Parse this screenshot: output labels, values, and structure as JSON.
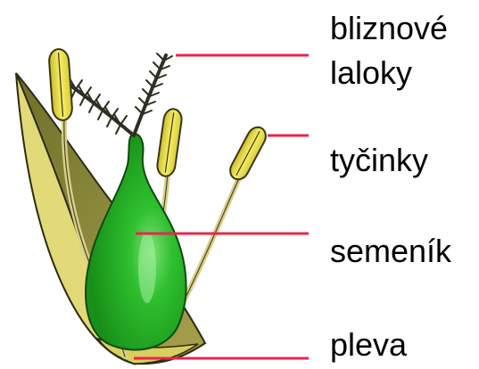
{
  "labels": {
    "stigma_line1": "bliznové",
    "stigma_line2": "laloky",
    "stamens": "tyčinky",
    "ovary": "semeník",
    "lemma": "pleva"
  },
  "colors": {
    "leader_line": "#e8264f",
    "ovary_green": "#22b022",
    "anther_yellow": "#f2e84a",
    "lemma_olive": "#8a8a3a",
    "lemma_yellow": "#e6df7a",
    "stigma_dark": "#3a3a2a"
  }
}
